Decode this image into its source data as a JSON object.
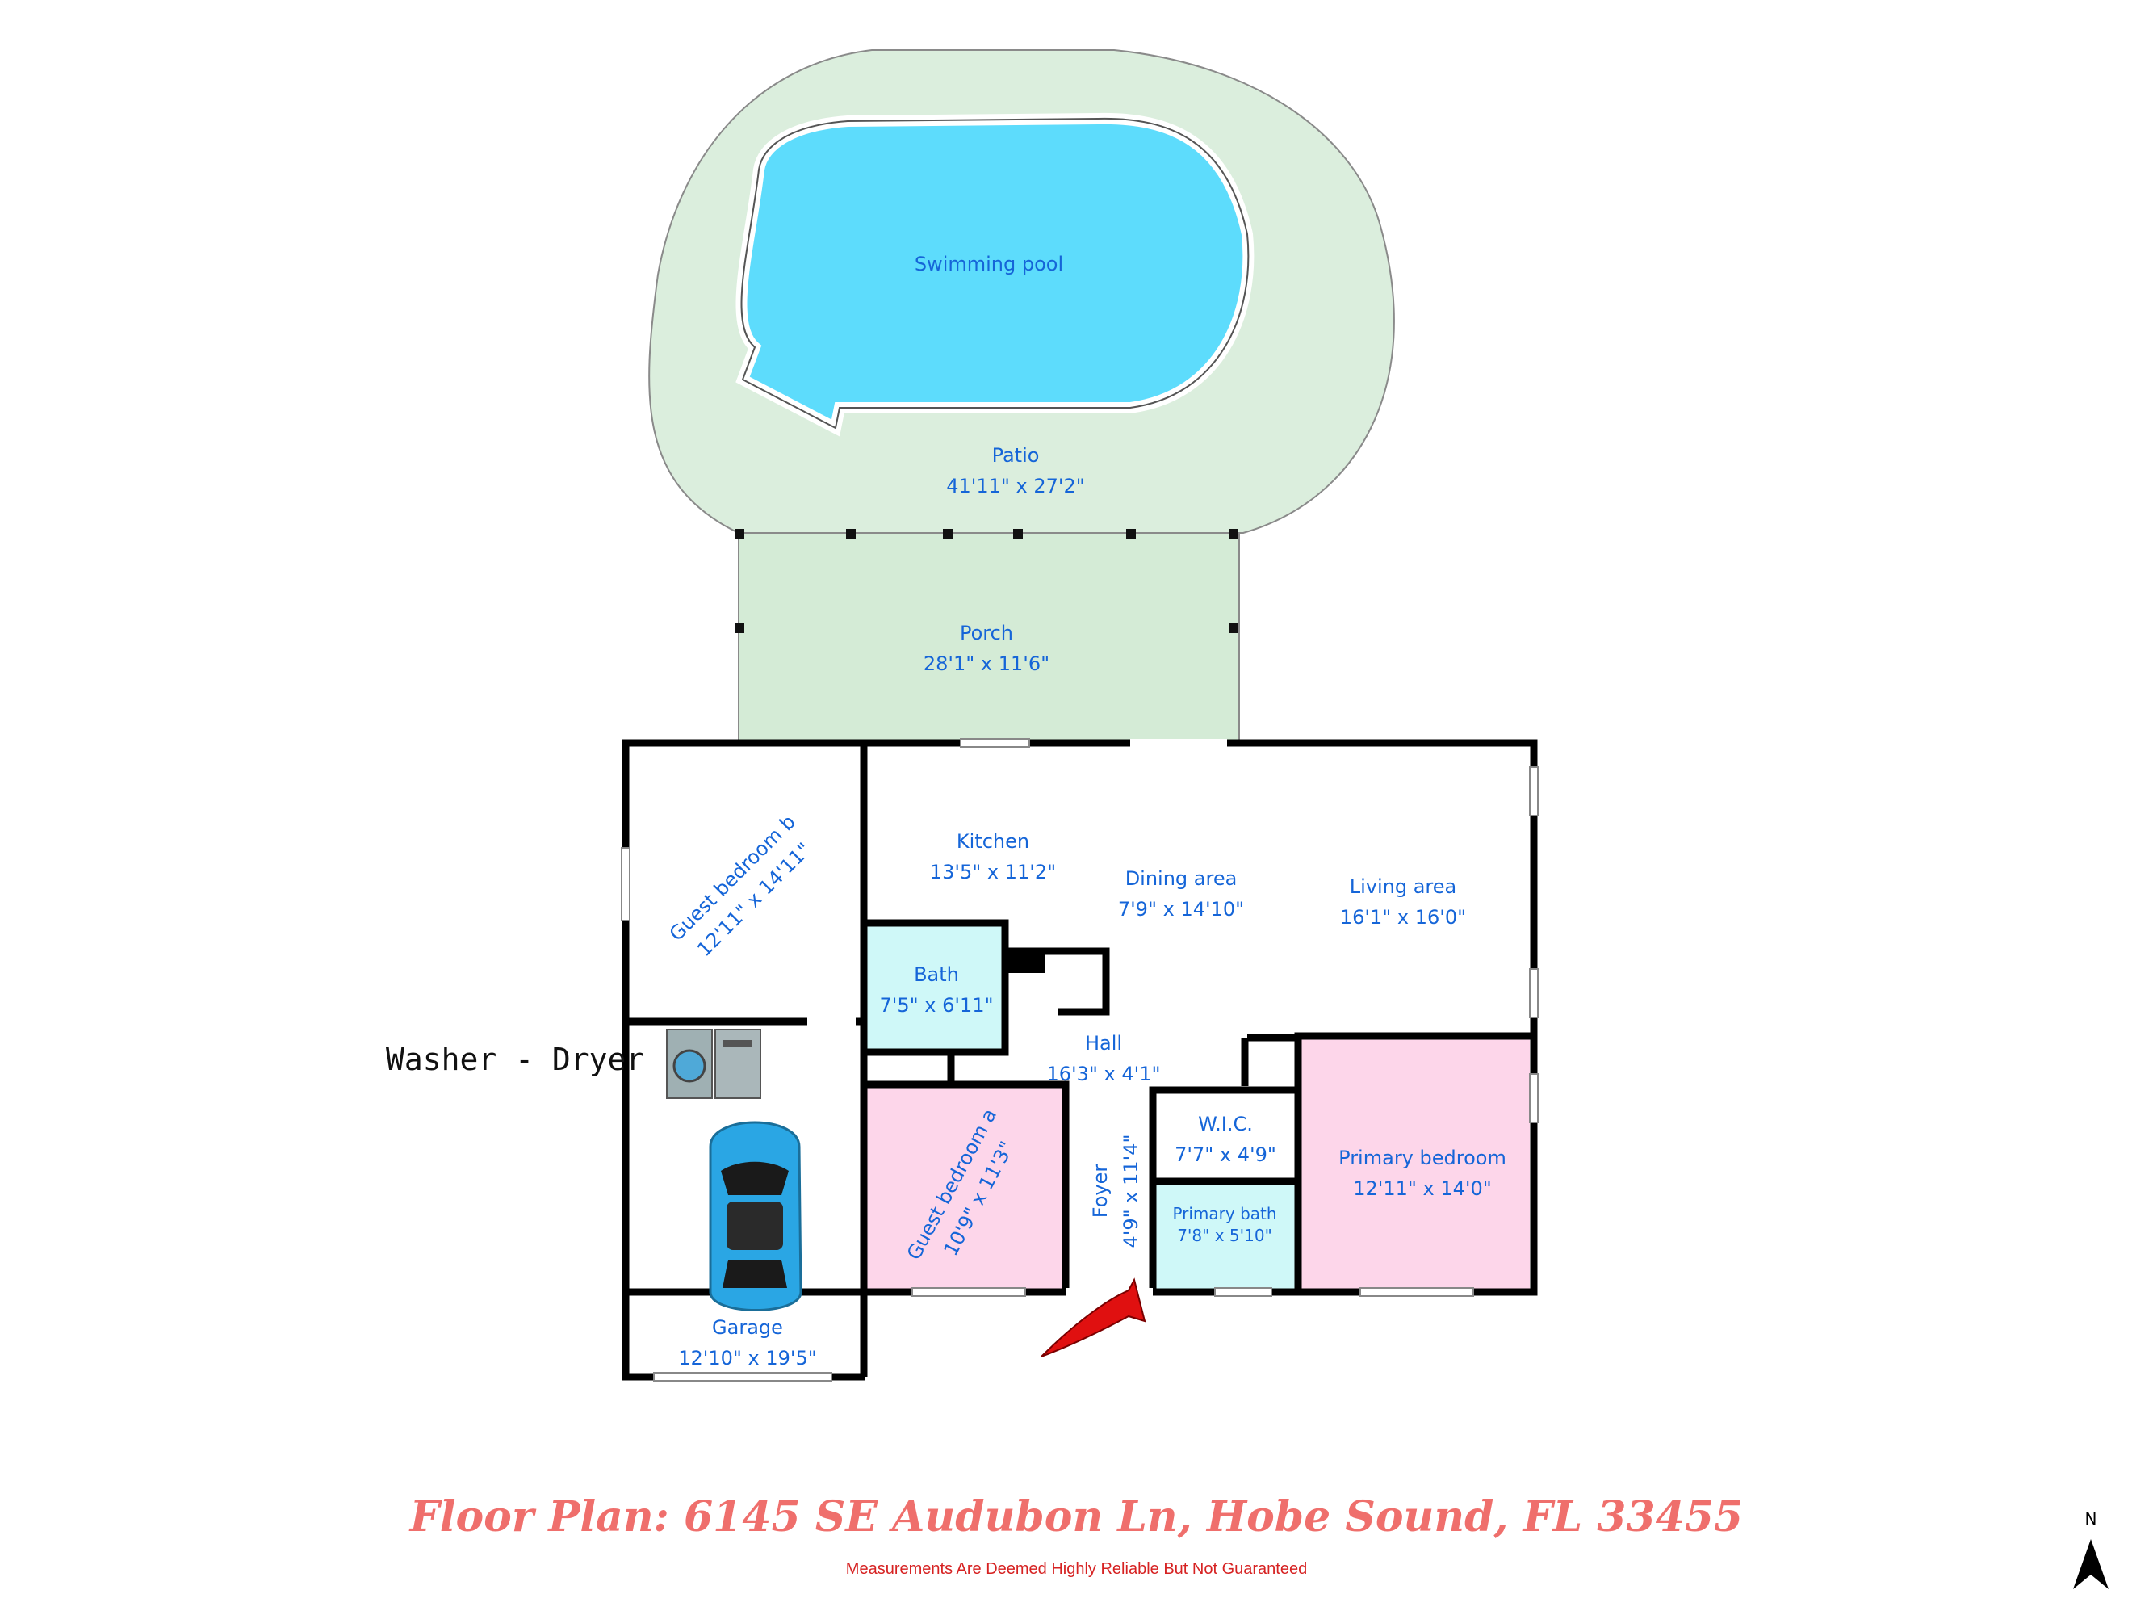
{
  "plan": {
    "title": "Floor Plan: 6145 SE Audubon Ln, Hobe Sound, FL 33455",
    "disclaimer": "Measurements Are Deemed Highly Reliable But Not Guaranteed",
    "compass_label": "N",
    "annotation": "Washer - Dryer",
    "colors": {
      "wall": "#000000",
      "pool": "#5ddcfc",
      "patio": "#dbeedd",
      "porch": "#d4ebd6",
      "bath": "#cff8f8",
      "bedroom": "#fdd6ea",
      "label": "#1565d8",
      "title": "#ef6f6c",
      "arrow": "#e01010"
    },
    "rooms": [
      {
        "id": "pool",
        "name": "Swimming pool",
        "size": ""
      },
      {
        "id": "patio",
        "name": "Patio",
        "size": "41'11\" x 27'2\""
      },
      {
        "id": "porch",
        "name": "Porch",
        "size": "28'1\" x 11'6\""
      },
      {
        "id": "kitchen",
        "name": "Kitchen",
        "size": "13'5\" x 11'2\""
      },
      {
        "id": "dining",
        "name": "Dining area",
        "size": "7'9\" x 14'10\""
      },
      {
        "id": "living",
        "name": "Living area",
        "size": "16'1\" x 16'0\""
      },
      {
        "id": "guest-b",
        "name": "Guest bedroom b",
        "size": "12'11\" x 14'11\""
      },
      {
        "id": "bath",
        "name": "Bath",
        "size": "7'5\" x 6'11\""
      },
      {
        "id": "hall",
        "name": "Hall",
        "size": "16'3\" x 4'1\""
      },
      {
        "id": "guest-a",
        "name": "Guest bedroom a",
        "size": "10'9\" x 11'3\""
      },
      {
        "id": "foyer",
        "name": "Foyer",
        "size": "4'9\" x 11'4\""
      },
      {
        "id": "wic",
        "name": "W.I.C.",
        "size": "7'7\" x 4'9\""
      },
      {
        "id": "primary-bath",
        "name": "Primary bath",
        "size": "7'8\" x 5'10\""
      },
      {
        "id": "primary-bed",
        "name": "Primary bedroom",
        "size": "12'11\" x 14'0\""
      },
      {
        "id": "garage",
        "name": "Garage",
        "size": "12'10\" x 19'5\""
      }
    ]
  }
}
